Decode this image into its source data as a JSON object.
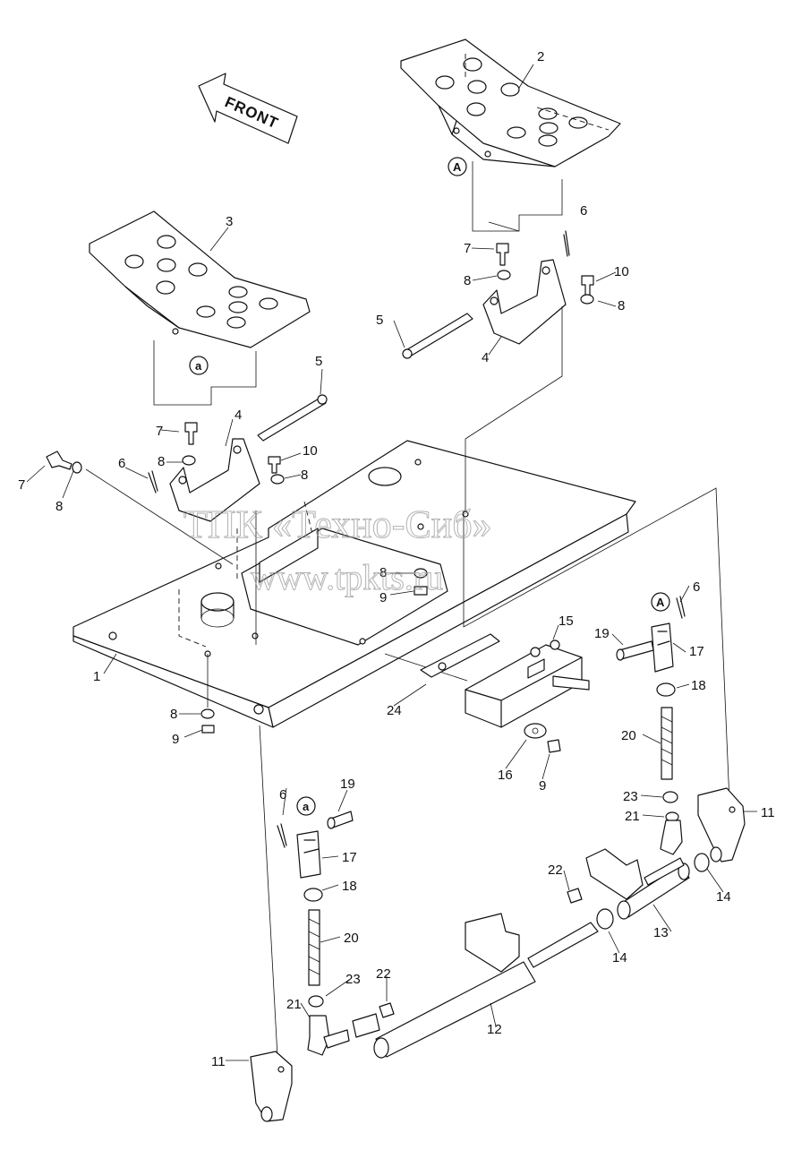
{
  "front_label": "FRONT",
  "callouts": [
    {
      "id": "c1",
      "text": "1"
    },
    {
      "id": "c2",
      "text": "2"
    },
    {
      "id": "c3",
      "text": "3"
    },
    {
      "id": "c4a",
      "text": "4"
    },
    {
      "id": "c4b",
      "text": "4"
    },
    {
      "id": "c5a",
      "text": "5"
    },
    {
      "id": "c5b",
      "text": "5"
    },
    {
      "id": "c6a",
      "text": "6"
    },
    {
      "id": "c6b",
      "text": "6"
    },
    {
      "id": "c6c",
      "text": "6"
    },
    {
      "id": "c6d",
      "text": "6"
    },
    {
      "id": "c7a",
      "text": "7"
    },
    {
      "id": "c7b",
      "text": "7"
    },
    {
      "id": "c7c",
      "text": "7"
    },
    {
      "id": "c8a",
      "text": "8"
    },
    {
      "id": "c8b",
      "text": "8"
    },
    {
      "id": "c8c",
      "text": "8"
    },
    {
      "id": "c8d",
      "text": "8"
    },
    {
      "id": "c8e",
      "text": "8"
    },
    {
      "id": "c8f",
      "text": "8"
    },
    {
      "id": "c8g",
      "text": "8"
    },
    {
      "id": "c9a",
      "text": "9"
    },
    {
      "id": "c9b",
      "text": "9"
    },
    {
      "id": "c9c",
      "text": "9"
    },
    {
      "id": "c10a",
      "text": "10"
    },
    {
      "id": "c10b",
      "text": "10"
    },
    {
      "id": "c11a",
      "text": "11"
    },
    {
      "id": "c11b",
      "text": "11"
    },
    {
      "id": "c12",
      "text": "12"
    },
    {
      "id": "c13",
      "text": "13"
    },
    {
      "id": "c14a",
      "text": "14"
    },
    {
      "id": "c14b",
      "text": "14"
    },
    {
      "id": "c15",
      "text": "15"
    },
    {
      "id": "c16",
      "text": "16"
    },
    {
      "id": "c17a",
      "text": "17"
    },
    {
      "id": "c17b",
      "text": "17"
    },
    {
      "id": "c18a",
      "text": "18"
    },
    {
      "id": "c18b",
      "text": "18"
    },
    {
      "id": "c19a",
      "text": "19"
    },
    {
      "id": "c19b",
      "text": "19"
    },
    {
      "id": "c20a",
      "text": "20"
    },
    {
      "id": "c20b",
      "text": "20"
    },
    {
      "id": "c21a",
      "text": "21"
    },
    {
      "id": "c21b",
      "text": "21"
    },
    {
      "id": "c22a",
      "text": "22"
    },
    {
      "id": "c22b",
      "text": "22"
    },
    {
      "id": "c23a",
      "text": "23"
    },
    {
      "id": "c23b",
      "text": "23"
    },
    {
      "id": "c24",
      "text": "24"
    }
  ],
  "reference_marks": [
    {
      "id": "rA1",
      "text": "A"
    },
    {
      "id": "rA2",
      "text": "A"
    },
    {
      "id": "ra1",
      "text": "a"
    },
    {
      "id": "ra2",
      "text": "a"
    }
  ],
  "watermark": {
    "line1": "ТПК «Техно-Сиб»",
    "line2": "www.tpkts.ru"
  }
}
